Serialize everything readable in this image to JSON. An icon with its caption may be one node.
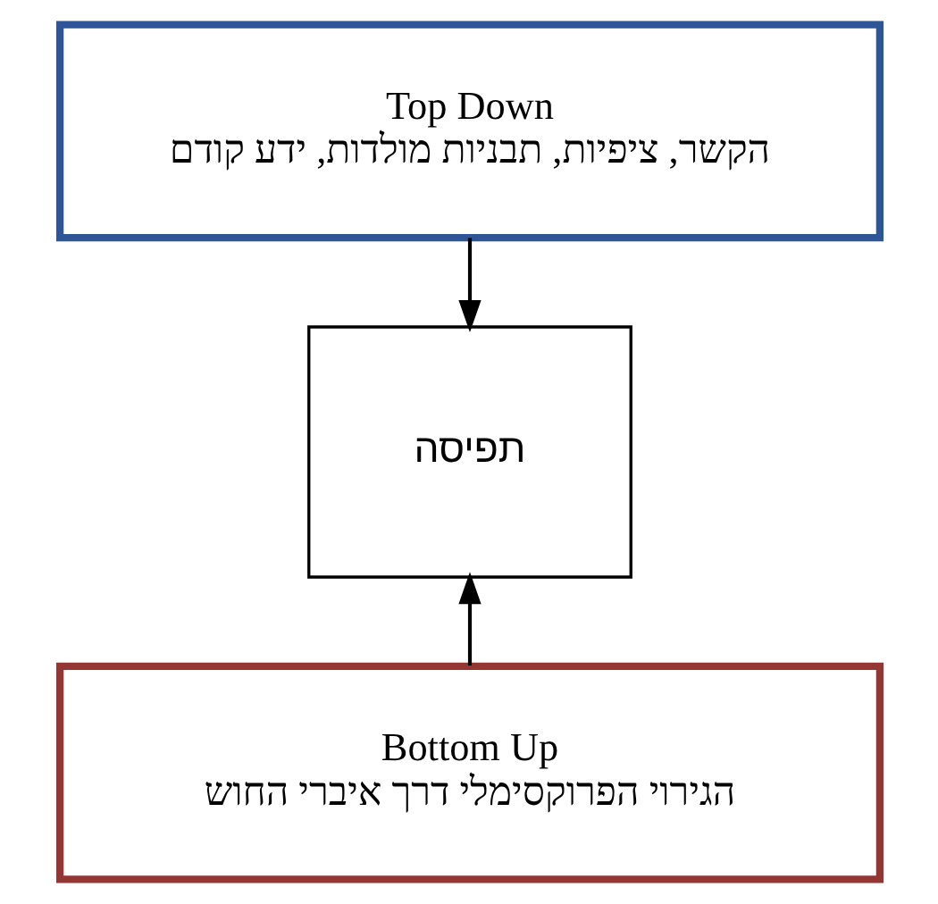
{
  "diagram": {
    "nodes": [
      {
        "text": [
          "Top Down",
          "הקשר, ציפיות, תבניות מולדות, ידע קודם"
        ]
      },
      {
        "text": [
          "תפיסה"
        ]
      },
      {
        "text": [
          "Bottom Up",
          "הגירוי הפרוקסימלי דרך איברי החוש"
        ]
      }
    ],
    "edges": [
      {
        "from": 0,
        "to": 1,
        "arrow": "to"
      },
      {
        "from": 2,
        "to": 1,
        "arrow": "to"
      }
    ]
  }
}
